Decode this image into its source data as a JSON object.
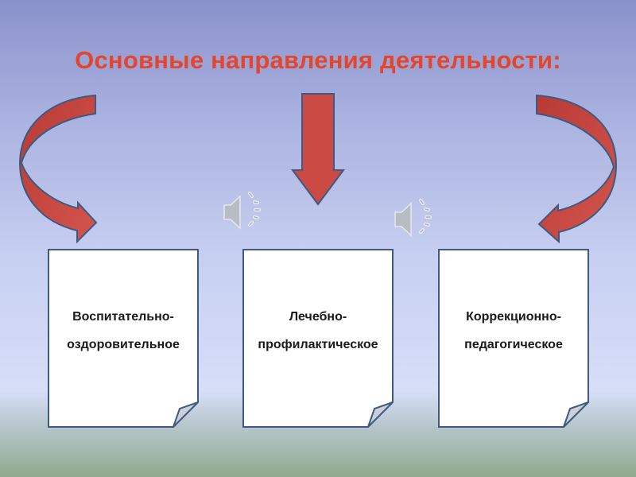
{
  "title": "Основные направления деятельности:",
  "cards": [
    {
      "line1": "Воспитательно-",
      "line2": "оздоровительное"
    },
    {
      "line1": "Лечебно-",
      "line2": "профилактическое"
    },
    {
      "line1": "Коррекционно-",
      "line2": "педагогическое"
    }
  ],
  "icons": {
    "arrow": "curved-arrow",
    "speaker": "speaker-icon"
  },
  "colors": {
    "title": "#e2462c",
    "arrow_fill": "#cc4a44",
    "arrow_stroke": "#3d5a80"
  }
}
